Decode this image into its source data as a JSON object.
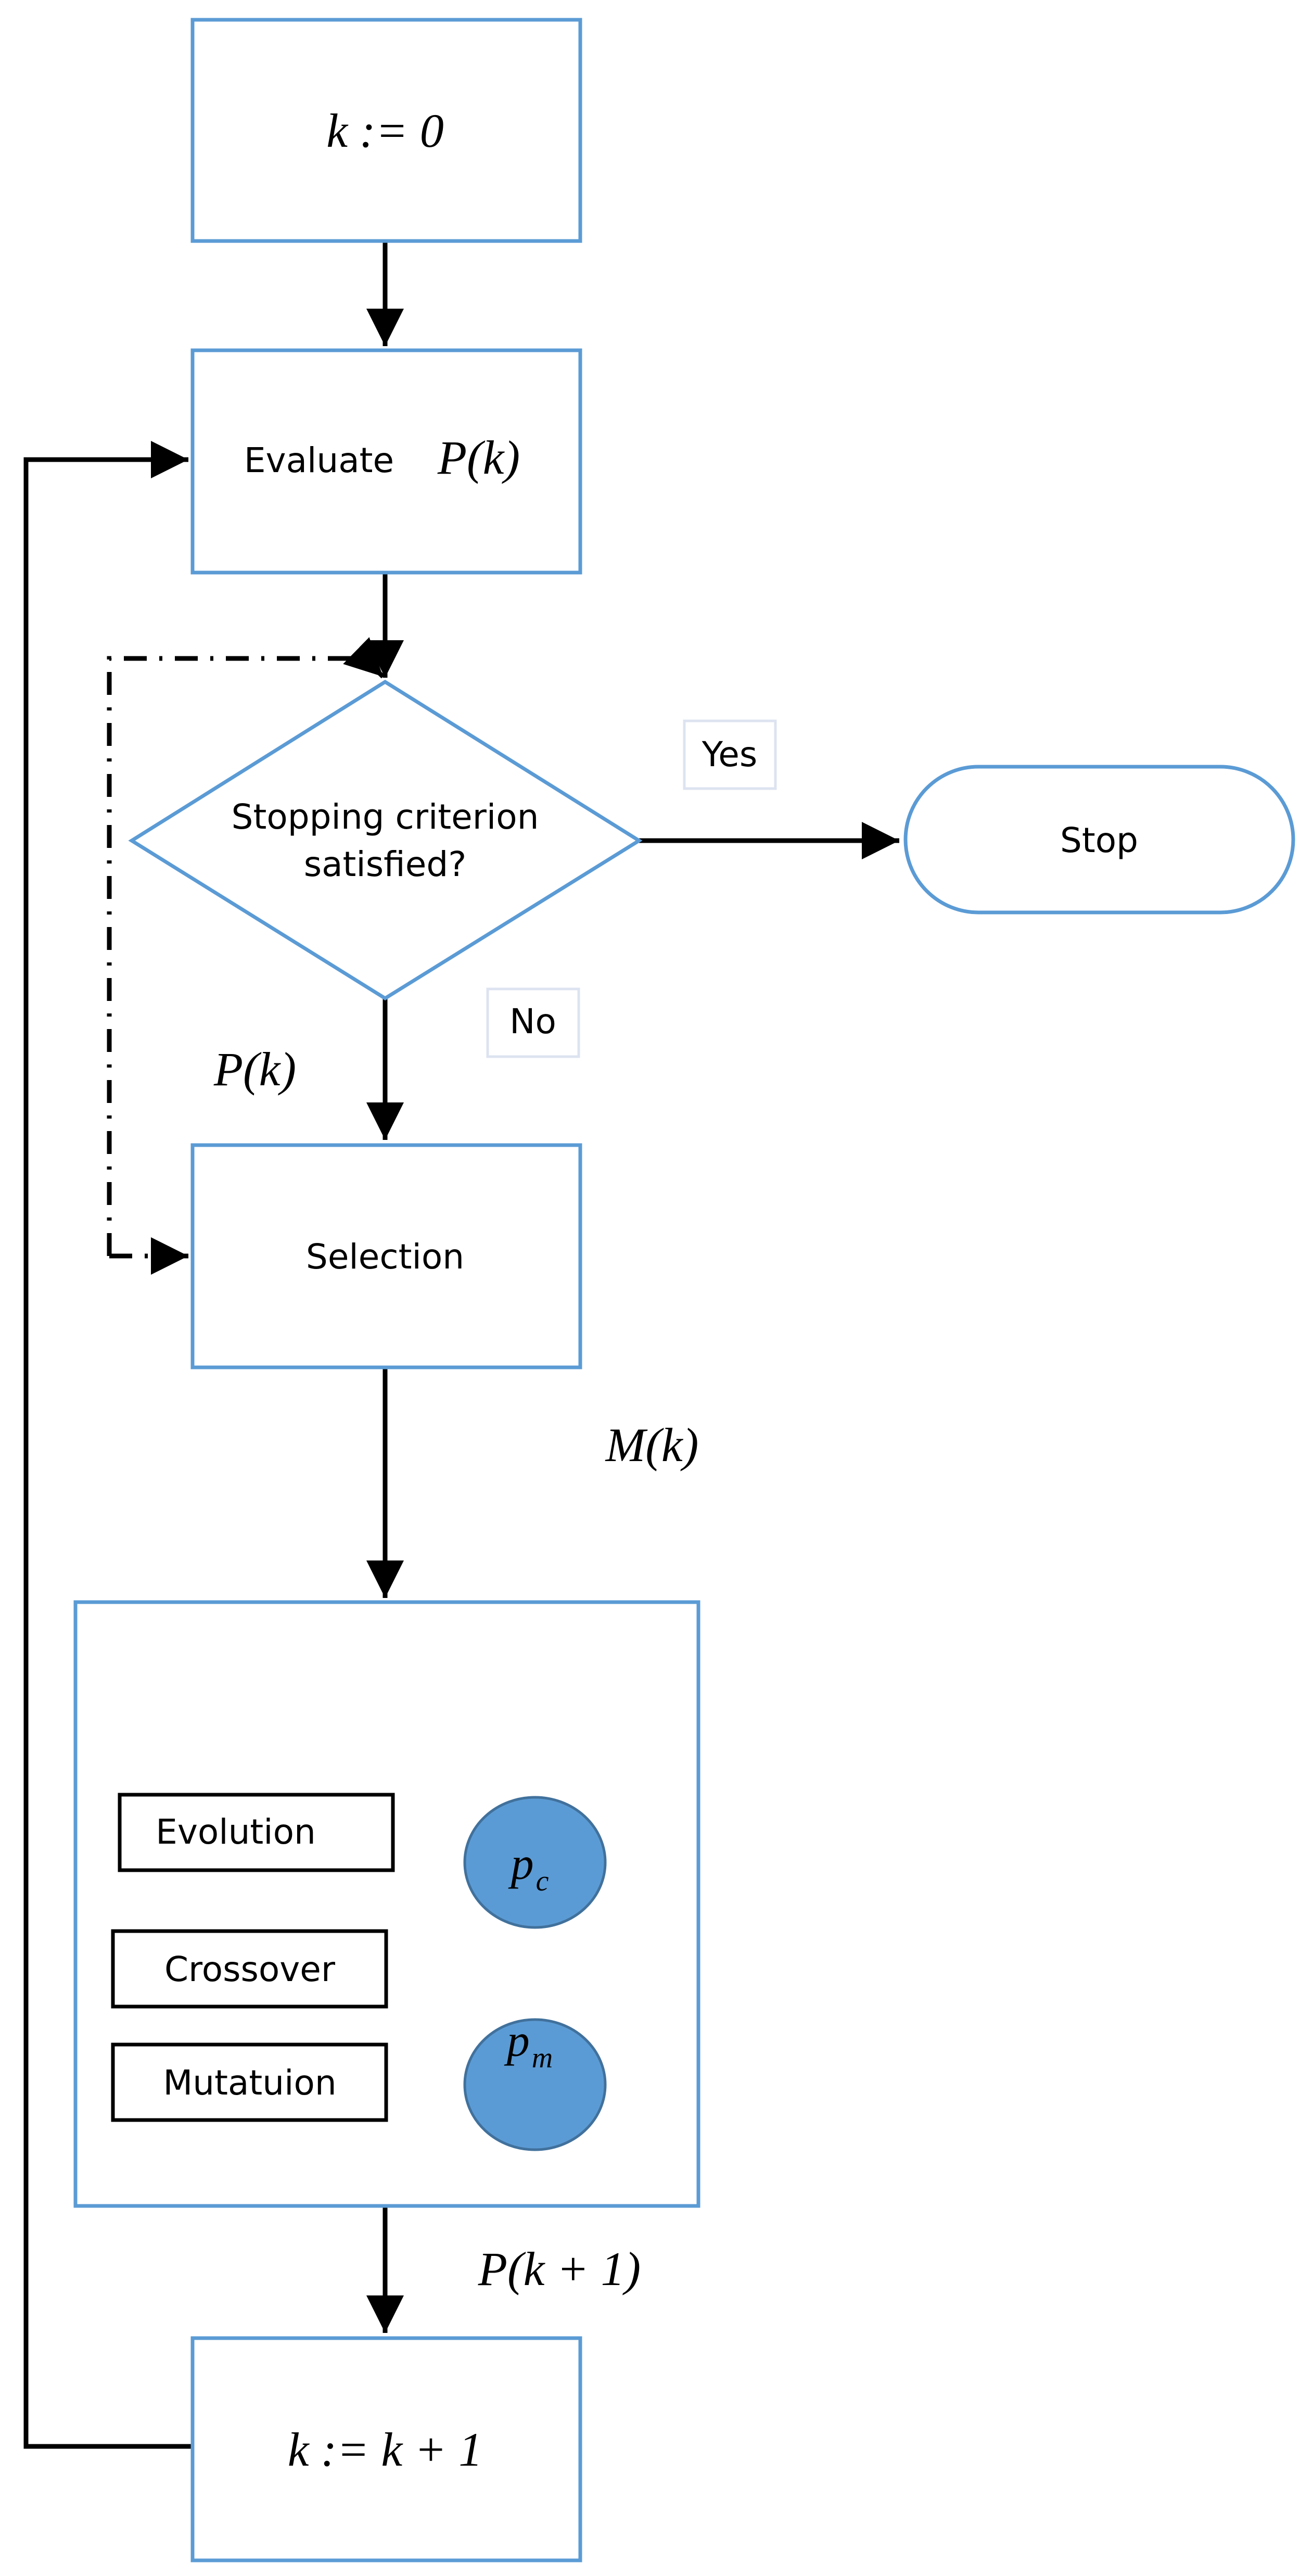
{
  "nodes": {
    "init": "k := 0",
    "evaluate_text": "Evaluate",
    "evaluate_math": "P(k)",
    "decision_line1": "Stopping criterion",
    "decision_line2": "satisfied?",
    "stop": "Stop",
    "selection": "Selection",
    "evolution": "Evolution",
    "crossover": "Crossover",
    "mutation": "Mutatuion",
    "pc_base": "p",
    "pc_sub": "c",
    "pm_base": "p",
    "pm_sub": "m",
    "increment": "k := k + 1"
  },
  "edge_labels": {
    "yes": "Yes",
    "no": "No",
    "population": "P(k)",
    "mating_pool": "M(k)",
    "next_population": "P(k + 1)"
  },
  "colors": {
    "node_border": "#5b9bd5",
    "circle_fill": "#5b9bd5",
    "edge": "#000000"
  }
}
